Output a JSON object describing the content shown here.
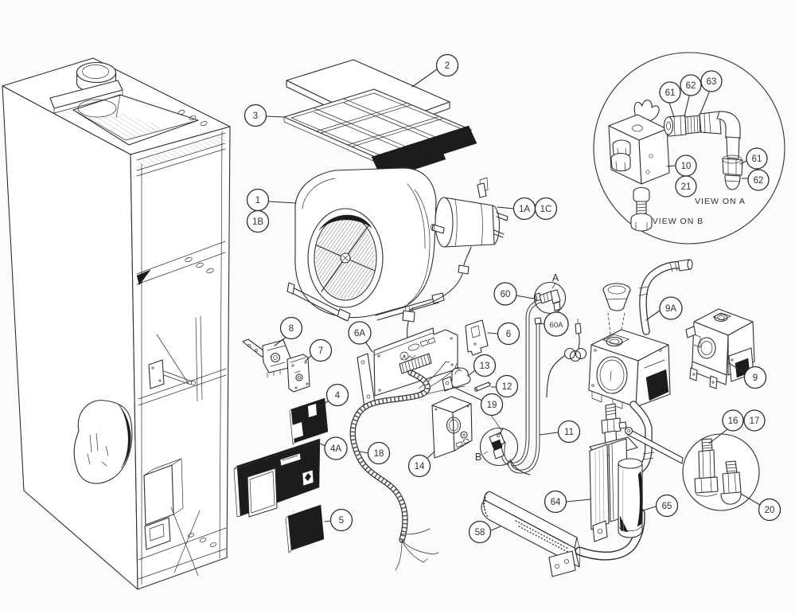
{
  "figure": {
    "type": "exploded-parts-diagram",
    "subject": "Gas warm-air furnace exploded parts view",
    "background_color": "#fbfbf9",
    "line_color": "#2e2e2e",
    "panel_fill": "#1c1c1c",
    "detail_views": {
      "view_a_label": "VIEW ON A",
      "view_b_label": "VIEW ON B",
      "marker_a": "A",
      "marker_b": "B"
    },
    "callouts": {
      "c1": "1",
      "c1b": "1B",
      "c1a": "1A",
      "c1c": "1C",
      "c2": "2",
      "c3": "3",
      "c4": "4",
      "c4a": "4A",
      "c5": "5",
      "c6": "6",
      "c6a": "6A",
      "c7": "7",
      "c8": "8",
      "c9": "9",
      "c9a": "9A",
      "c10": "10",
      "c11": "11",
      "c12": "12",
      "c13": "13",
      "c14": "14",
      "c16": "16",
      "c17": "17",
      "c18": "18",
      "c19": "19",
      "c20": "20",
      "c21": "21",
      "c58": "58",
      "c60": "60",
      "c60a": "60A",
      "c61a": "61",
      "c61b": "61",
      "c62a": "62",
      "c62b": "62",
      "c63": "63",
      "c64": "64",
      "c65": "65"
    }
  }
}
